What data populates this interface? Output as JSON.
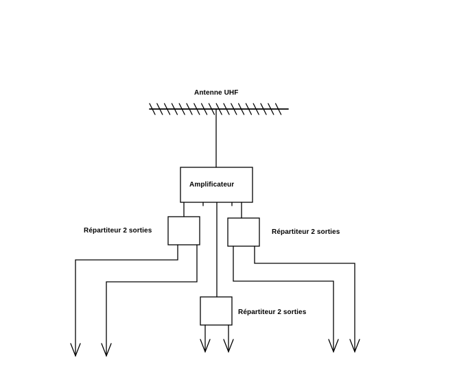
{
  "antenna": {
    "label": "Antenne  UHF"
  },
  "amplifier": {
    "label": "Amplificateur"
  },
  "splitters": {
    "left": {
      "label": "Répartiteur 2 sorties"
    },
    "right": {
      "label": "Répartiteur 2 sorties"
    },
    "bottom": {
      "label": "Répartiteur 2 sorties"
    }
  },
  "colors": {
    "line": "#000000",
    "background": "#ffffff"
  }
}
